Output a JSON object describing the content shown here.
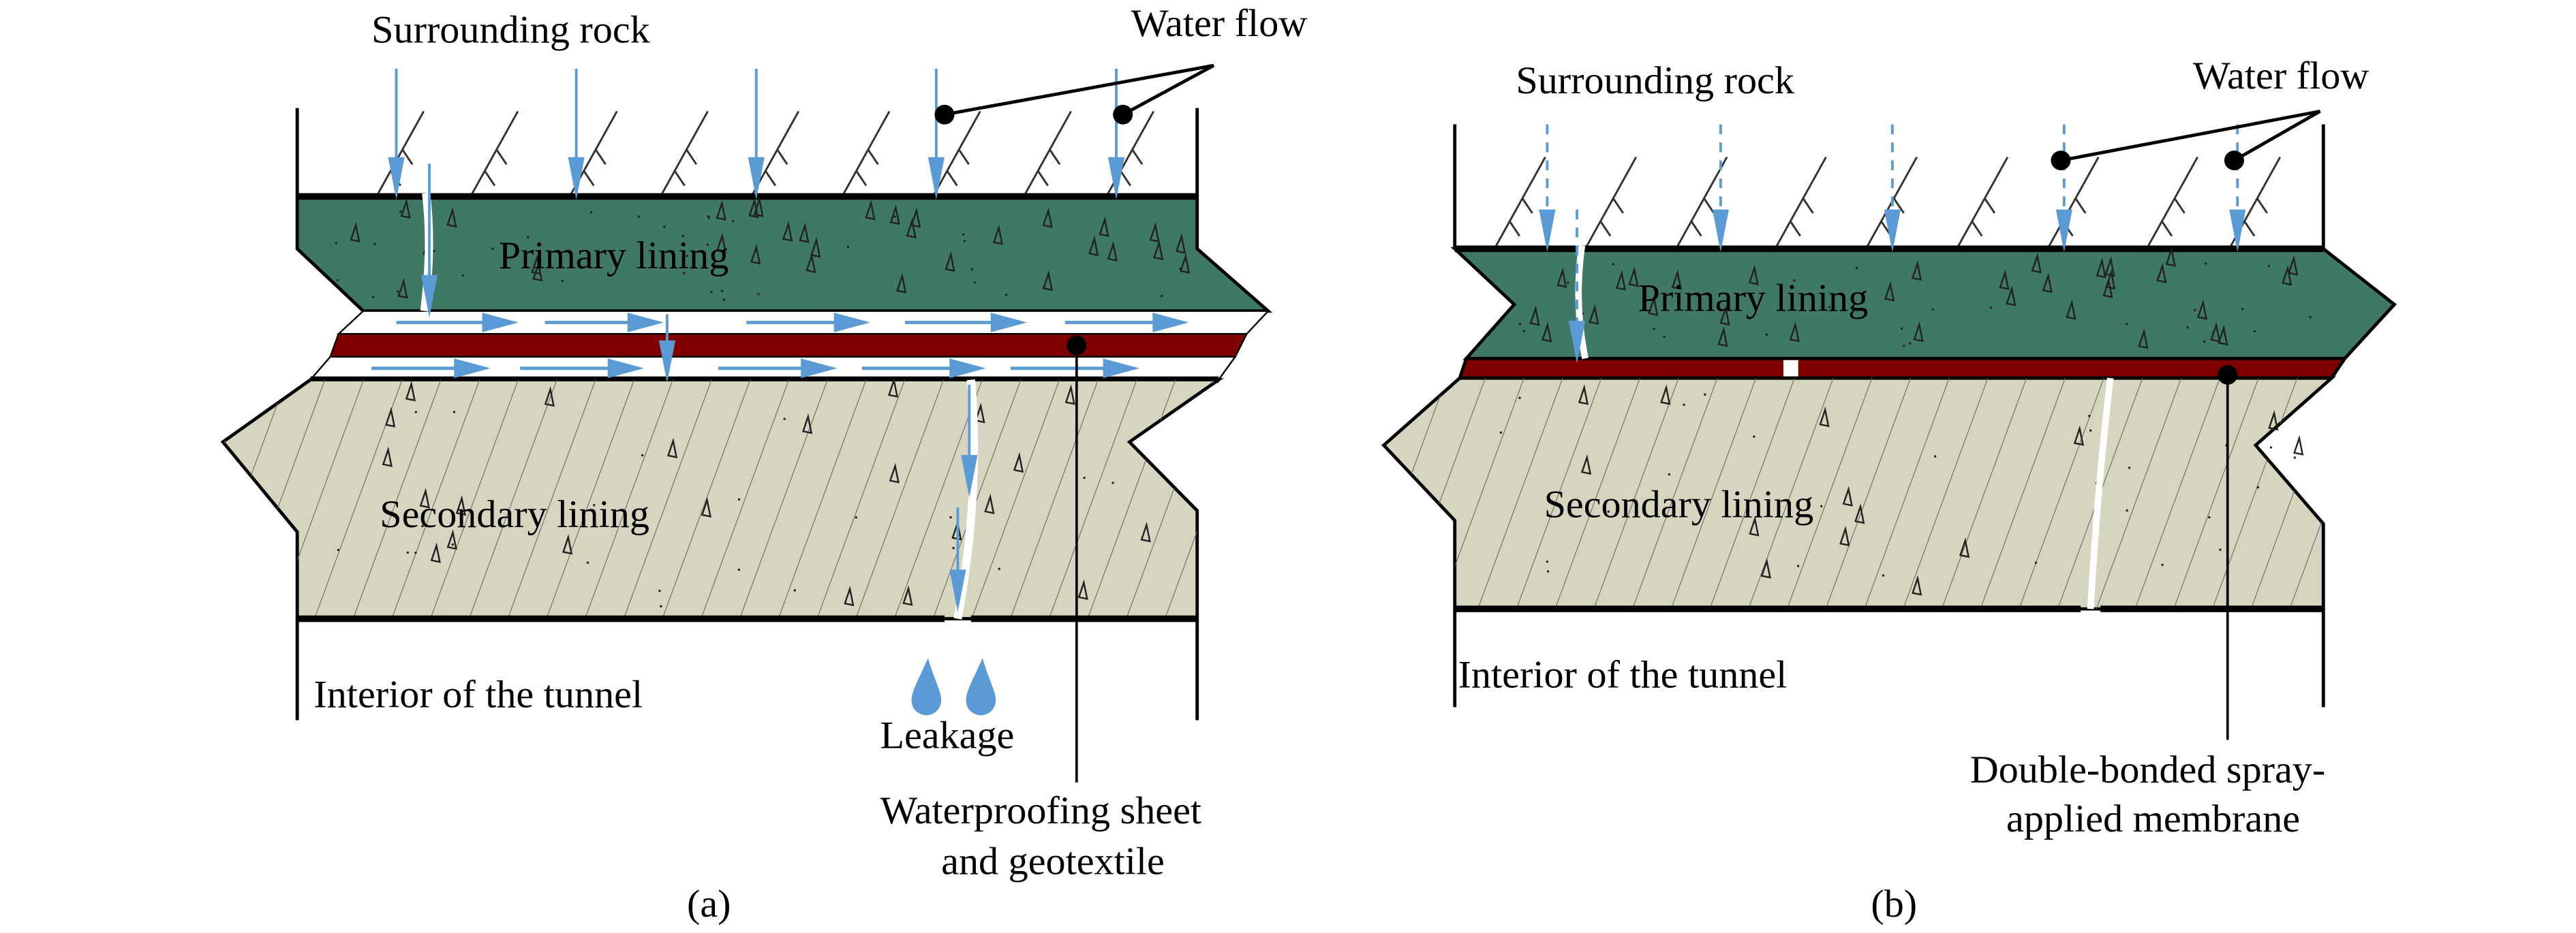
{
  "colors": {
    "primary_lining": "#3f7864",
    "secondary_lining": "#d6d5bf",
    "membrane": "#800000",
    "water": "#5b9bd5",
    "outline": "#000000",
    "gap": "#ffffff"
  },
  "panel_a": {
    "caption": "(a)",
    "labels": {
      "surrounding_rock": "Surrounding rock",
      "water_flow": "Water flow",
      "primary_lining": "Primary lining",
      "secondary_lining": "Secondary lining",
      "interior": "Interior of the tunnel",
      "leakage": "Leakage",
      "waterproofing_line1": "Waterproofing sheet",
      "waterproofing_line2": "and geotextile"
    }
  },
  "panel_b": {
    "caption": "(b)",
    "labels": {
      "surrounding_rock": "Surrounding rock",
      "water_flow": "Water flow",
      "primary_lining": "Primary lining",
      "secondary_lining": "Secondary lining",
      "interior": "Interior of the tunnel",
      "membrane_line1": "Double-bonded spray-",
      "membrane_line2": "applied membrane"
    }
  }
}
